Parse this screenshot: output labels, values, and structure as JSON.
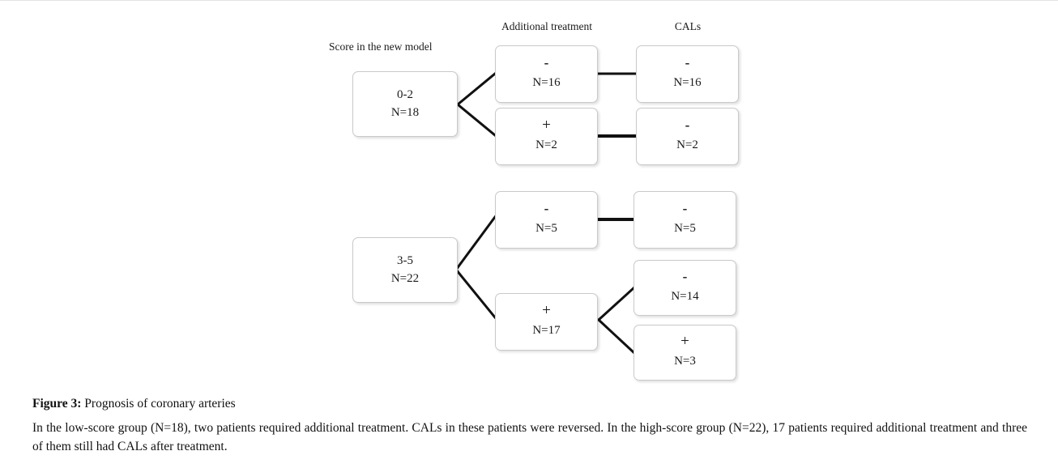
{
  "figure": {
    "headers": {
      "score": "Score in the new model",
      "treatment": "Additional treatment",
      "cals": "CALs"
    },
    "nodes": {
      "score_low": {
        "line1": "0-2",
        "line2": "N=18"
      },
      "score_high": {
        "line1": "3-5",
        "line2": "N=22"
      },
      "low_tx_neg": {
        "line1": "-",
        "line2": "N=16"
      },
      "low_tx_pos": {
        "line1": "+",
        "line2": "N=2"
      },
      "low_cal_neg_16": {
        "line1": "-",
        "line2": "N=16"
      },
      "low_cal_neg_2": {
        "line1": "-",
        "line2": "N=2"
      },
      "high_tx_neg": {
        "line1": "-",
        "line2": "N=5"
      },
      "high_tx_pos": {
        "line1": "+",
        "line2": "N=17"
      },
      "high_cal_neg_5": {
        "line1": "-",
        "line2": "N=5"
      },
      "high_cal_neg_14": {
        "line1": "-",
        "line2": "N=14"
      },
      "high_cal_pos_3": {
        "line1": "+",
        "line2": "N=3"
      }
    },
    "colors": {
      "node_border": "#c9c9c9",
      "node_fill": "#ffffff",
      "connector": "#111111",
      "text": "#1a1a1a",
      "rule": "#e3e3e3"
    }
  },
  "caption": {
    "label": "Figure 3:",
    "title": " Prognosis of coronary arteries",
    "body": "In the low-score group (N=18), two patients required additional treatment. CALs in these patients were reversed. In the high-score group (N=22), 17 patients required additional treatment and three of them still had CALs after treatment."
  },
  "chart_data": {
    "type": "tree",
    "title": "Prognosis of coronary arteries",
    "levels": [
      "Score in the new model",
      "Additional treatment",
      "CALs"
    ],
    "nodes": [
      {
        "id": "score_low",
        "level": 0,
        "label": "0-2",
        "n": 18
      },
      {
        "id": "low_tx_neg",
        "level": 1,
        "label": "-",
        "n": 16,
        "parent": "score_low"
      },
      {
        "id": "low_tx_pos",
        "level": 1,
        "label": "+",
        "n": 2,
        "parent": "score_low"
      },
      {
        "id": "low_cal_neg_16",
        "level": 2,
        "label": "-",
        "n": 16,
        "parent": "low_tx_neg"
      },
      {
        "id": "low_cal_neg_2",
        "level": 2,
        "label": "-",
        "n": 2,
        "parent": "low_tx_pos"
      },
      {
        "id": "score_high",
        "level": 0,
        "label": "3-5",
        "n": 22
      },
      {
        "id": "high_tx_neg",
        "level": 1,
        "label": "-",
        "n": 5,
        "parent": "score_high"
      },
      {
        "id": "high_tx_pos",
        "level": 1,
        "label": "+",
        "n": 17,
        "parent": "score_high"
      },
      {
        "id": "high_cal_neg_5",
        "level": 2,
        "label": "-",
        "n": 5,
        "parent": "high_tx_neg"
      },
      {
        "id": "high_cal_neg_14",
        "level": 2,
        "label": "-",
        "n": 14,
        "parent": "high_tx_pos"
      },
      {
        "id": "high_cal_pos_3",
        "level": 2,
        "label": "+",
        "n": 3,
        "parent": "high_tx_pos"
      }
    ]
  }
}
